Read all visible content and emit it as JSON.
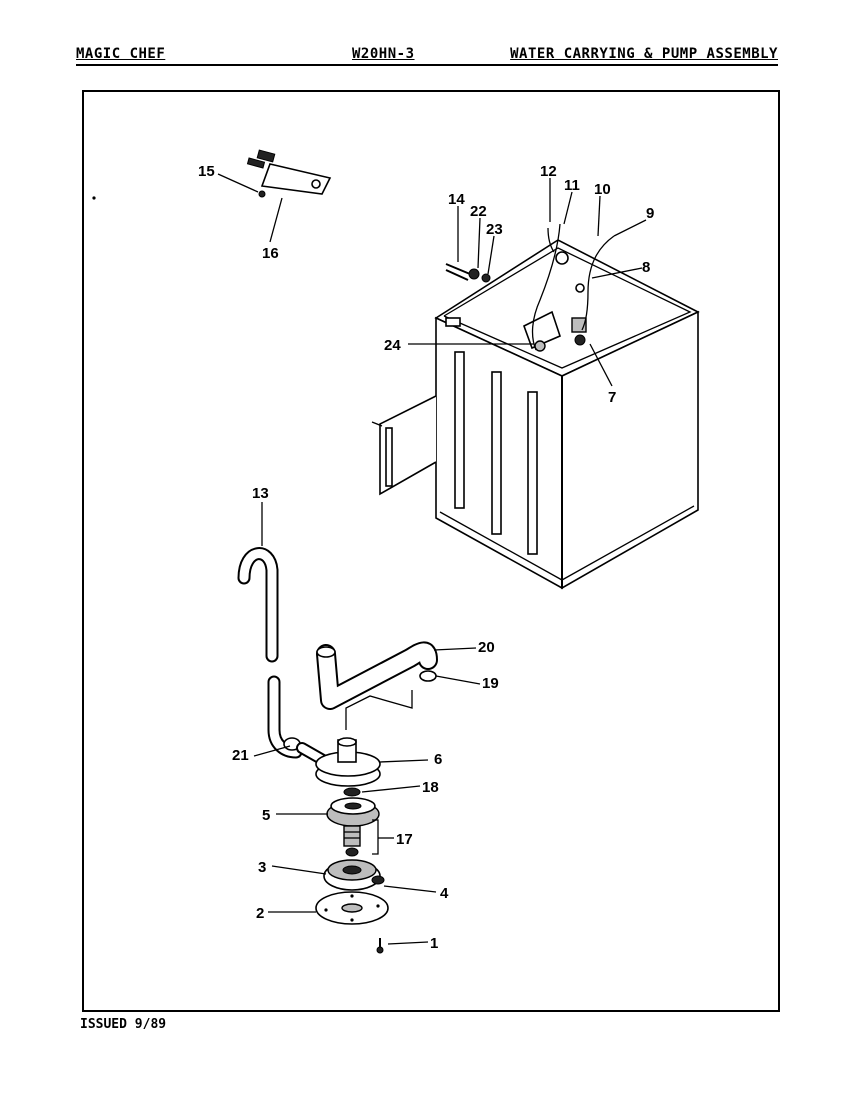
{
  "header": {
    "brand": "MAGIC CHEF",
    "model": "W20HN-3",
    "title": "WATER CARRYING & PUMP ASSEMBLY"
  },
  "footer": {
    "issued": "ISSUED 9/89"
  },
  "callouts": [
    "1",
    "2",
    "3",
    "4",
    "5",
    "6",
    "7",
    "8",
    "9",
    "10",
    "11",
    "12",
    "13",
    "14",
    "15",
    "16",
    "17",
    "18",
    "19",
    "20",
    "21",
    "22",
    "23",
    "24"
  ]
}
